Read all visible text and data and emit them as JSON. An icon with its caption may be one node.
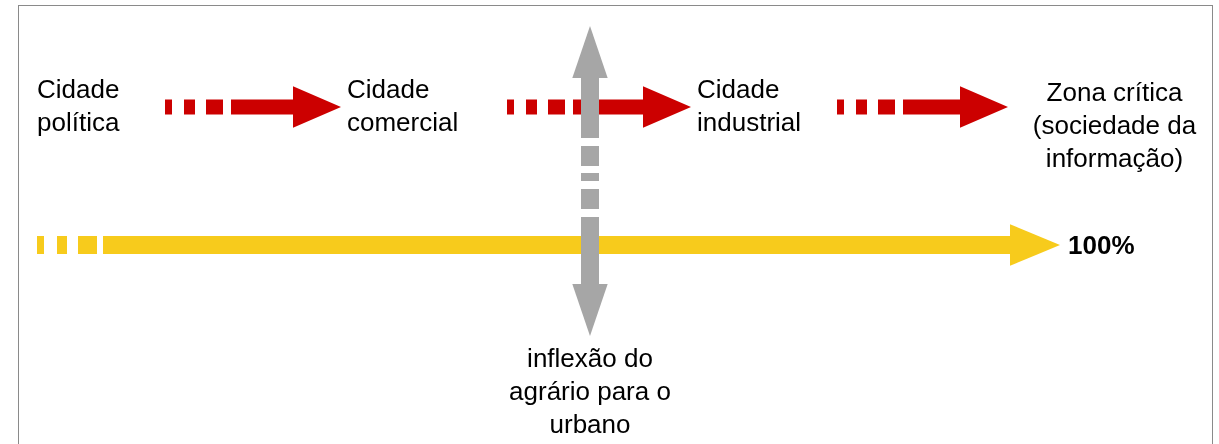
{
  "diagram": {
    "nodes": [
      {
        "text": [
          "Cidade política"
        ]
      },
      {
        "text": [
          "Cidade comercial"
        ]
      },
      {
        "text": [
          "Cidade industrial"
        ]
      },
      {
        "text": [
          "Zona crítica (sociedade da informação)"
        ]
      },
      {
        "text": [
          "100%"
        ]
      },
      {
        "text": [
          "inflexão do agrário para o urbano"
        ]
      }
    ],
    "edges": [
      {
        "from": 0,
        "to": 1,
        "arrow": "to",
        "style": "dashed",
        "color": "#cc0000"
      },
      {
        "from": 1,
        "to": 2,
        "arrow": "to",
        "style": "dashed",
        "color": "#cc0000"
      },
      {
        "from": 2,
        "to": 3,
        "arrow": "to",
        "style": "dashed",
        "color": "#cc0000"
      },
      {
        "from": null,
        "to": 4,
        "arrow": "to",
        "style": "dashed",
        "color": "#f7cb1c"
      },
      {
        "from": null,
        "to": 5,
        "arrow": "both",
        "style": "dashed",
        "color": "#a6a6a6"
      }
    ]
  }
}
